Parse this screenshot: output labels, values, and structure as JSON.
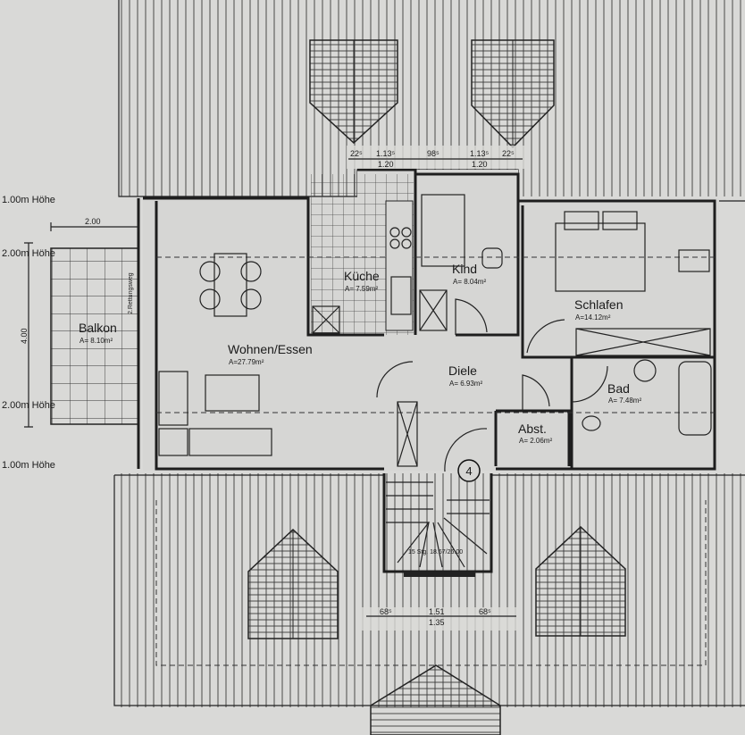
{
  "plan": {
    "rooms": [
      {
        "name": "Wohnen/Essen",
        "area": "A=27.79m²"
      },
      {
        "name": "Küche",
        "area": "A= 7.59m²"
      },
      {
        "name": "Kind",
        "area": "A= 8.04m²"
      },
      {
        "name": "Schlafen",
        "area": "A=14.12m²"
      },
      {
        "name": "Diele",
        "area": "A= 6.93m²"
      },
      {
        "name": "Bad",
        "area": "A= 7.48m²"
      },
      {
        "name": "Abst.",
        "area": "A= 2.06m²"
      },
      {
        "name": "Balkon",
        "area": "A= 8.10m²"
      }
    ],
    "height_marks": [
      "1.00m Höhe",
      "2.00m Höhe",
      "2.00m Höhe",
      "1.00m Höhe"
    ],
    "balcony_dims": {
      "width": "2.00",
      "depth": "4.00",
      "escape_route": "2.Rettungsweg"
    },
    "top_dims": [
      "22⁵",
      "1.13⁵",
      "1.20",
      "98⁵",
      "1.13⁵",
      "1.20",
      "22⁵"
    ],
    "bottom_dims": [
      "68⁵",
      "1.51",
      "1.35",
      "68⁵"
    ],
    "stair_label": "15 Stg. 18.67/26.00",
    "unit_number": "4"
  }
}
